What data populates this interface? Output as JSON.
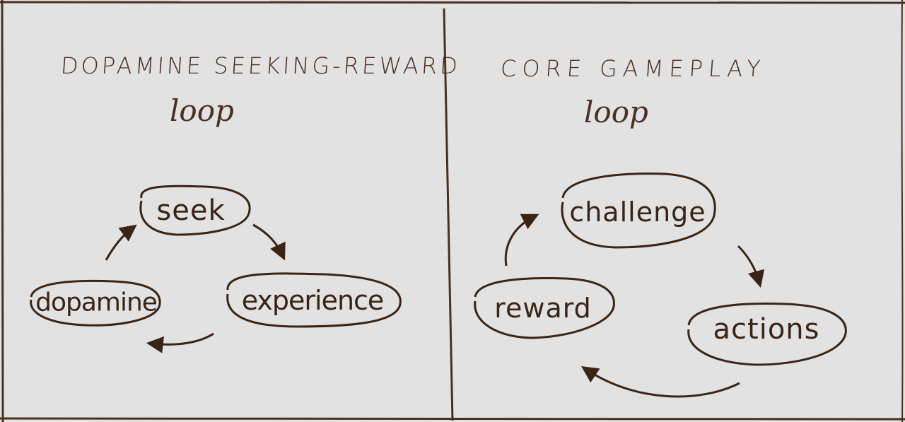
{
  "left_panel": {
    "title_caps": "DOPAMINE SEEKING-REWARD",
    "title_script": "loop",
    "nodes": {
      "seek": "seek",
      "experience": "experience",
      "dopamine": "dopamine"
    }
  },
  "right_panel": {
    "title_caps": "CORE GAMEPLAY",
    "title_script": "loop",
    "nodes": {
      "challenge": "challenge",
      "actions": "actions",
      "reward": "reward"
    }
  },
  "colors": {
    "ink": "#3a2416",
    "paper": "#e2e2e2"
  }
}
